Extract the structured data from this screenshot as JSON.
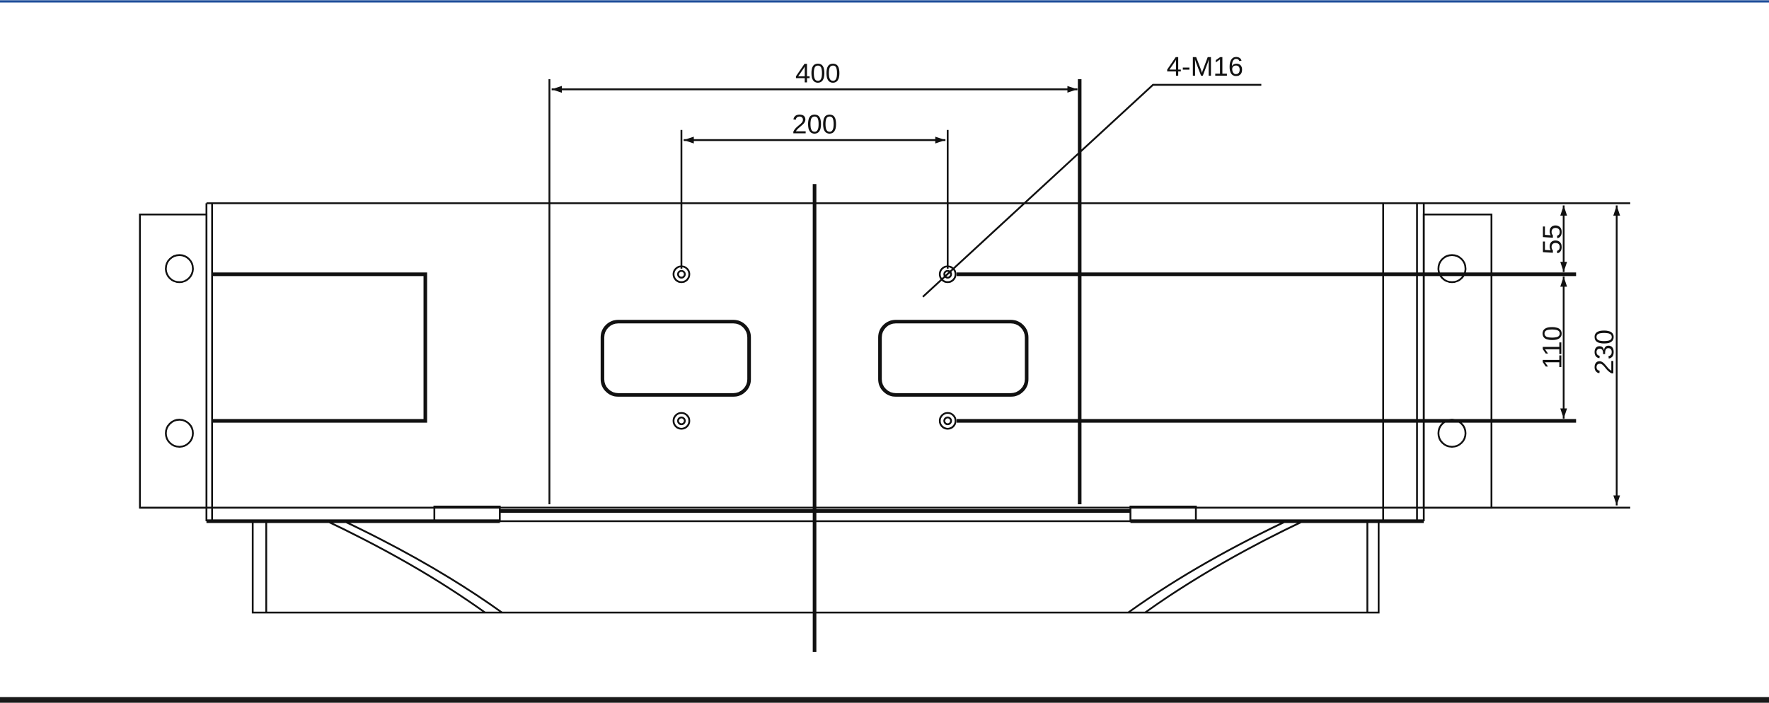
{
  "drawing": {
    "dimensions": {
      "width_outer": "400",
      "width_inner": "200",
      "hole_callout": "4-M16",
      "top_offset": "55",
      "hole_spacing": "110",
      "height_total": "230"
    },
    "colors": {
      "top_border": "#1f4e9a",
      "bottom_bar": "#1a1a1a",
      "line": "#111111"
    }
  }
}
